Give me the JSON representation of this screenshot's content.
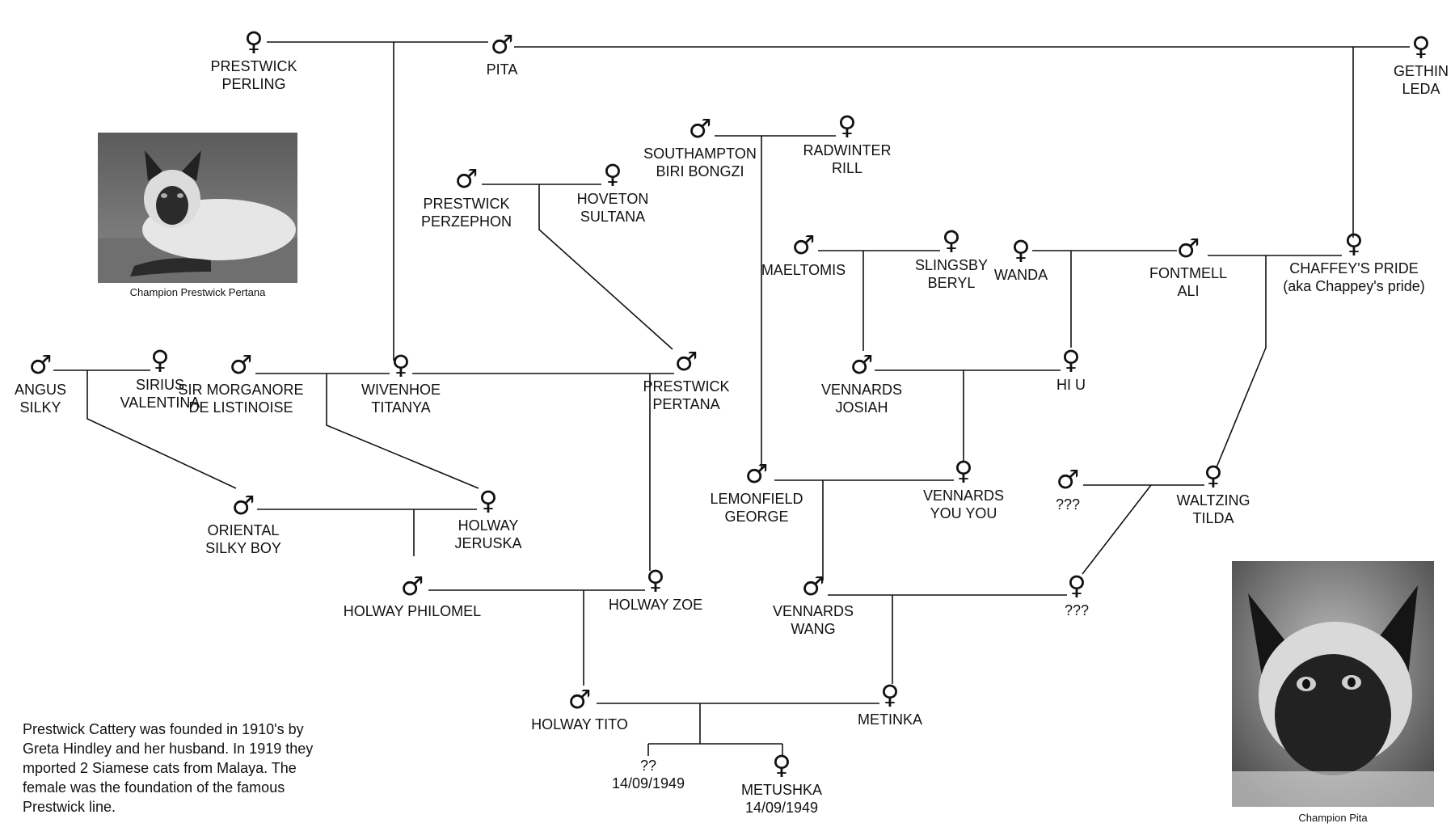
{
  "note": "Prestwick Cattery was founded in 1910's by\nGreta Hindley and her husband.  In 1919 they\nmported 2 Siamese cats from Malaya.  The\nfemale was the foundation of the famous\nPrestwick line.",
  "photos": {
    "pertana_caption": "Champion Prestwick Pertana",
    "pita_caption": "Champion Pita"
  },
  "symbols": {
    "male": "♂",
    "female": "♀"
  },
  "cats": [
    {
      "id": "perling",
      "sex": "female",
      "lines": [
        "PRESTWICK",
        "PERLING"
      ]
    },
    {
      "id": "pita",
      "sex": "male",
      "lines": [
        "PITA"
      ]
    },
    {
      "id": "leda",
      "sex": "female",
      "lines": [
        "GETHIN",
        "LEDA"
      ]
    },
    {
      "id": "biri",
      "sex": "male",
      "lines": [
        "SOUTHAMPTON",
        "BIRI BONGZI"
      ]
    },
    {
      "id": "rill",
      "sex": "female",
      "lines": [
        "RADWINTER",
        "RILL"
      ]
    },
    {
      "id": "perzephon",
      "sex": "male",
      "lines": [
        "PRESTWICK",
        "PERZEPHON"
      ]
    },
    {
      "id": "sultana",
      "sex": "female",
      "lines": [
        "HOVETON",
        "SULTANA"
      ]
    },
    {
      "id": "maeltomis",
      "sex": "male",
      "lines": [
        "MAELTOMIS"
      ]
    },
    {
      "id": "beryl",
      "sex": "female",
      "lines": [
        "SLINGSBY",
        "BERYL"
      ]
    },
    {
      "id": "wanda",
      "sex": "female",
      "lines": [
        "WANDA"
      ]
    },
    {
      "id": "ali",
      "sex": "male",
      "lines": [
        "FONTMELL",
        "ALI"
      ]
    },
    {
      "id": "chaffey",
      "sex": "female",
      "lines": [
        "CHAFFEY'S PRIDE",
        "(aka Chappey's pride)"
      ]
    },
    {
      "id": "angus",
      "sex": "male",
      "lines": [
        "ANGUS",
        "SILKY"
      ]
    },
    {
      "id": "sirius",
      "sex": "female",
      "lines": [
        "SIRIUS",
        "VALENTINA"
      ]
    },
    {
      "id": "morganore",
      "sex": "male",
      "lines": [
        "SIR MORGANORE",
        "DE LISTINOISE"
      ]
    },
    {
      "id": "titanya",
      "sex": "female",
      "lines": [
        "WIVENHOE",
        "TITANYA"
      ]
    },
    {
      "id": "pertana",
      "sex": "male",
      "lines": [
        "PRESTWICK",
        "PERTANA"
      ]
    },
    {
      "id": "josiah",
      "sex": "male",
      "lines": [
        "VENNARDS",
        "JOSIAH"
      ]
    },
    {
      "id": "hiu",
      "sex": "female",
      "lines": [
        "HI U"
      ]
    },
    {
      "id": "silkyboy",
      "sex": "male",
      "lines": [
        "ORIENTAL",
        "SILKY BOY"
      ]
    },
    {
      "id": "jeruska",
      "sex": "female",
      "lines": [
        "HOLWAY",
        "JERUSKA"
      ]
    },
    {
      "id": "george",
      "sex": "male",
      "lines": [
        "LEMONFIELD",
        "GEORGE"
      ]
    },
    {
      "id": "youyou",
      "sex": "female",
      "lines": [
        "VENNARDS",
        "YOU YOU"
      ]
    },
    {
      "id": "unk1",
      "sex": "male",
      "lines": [
        "???"
      ]
    },
    {
      "id": "tilda",
      "sex": "female",
      "lines": [
        "WALTZING",
        "TILDA"
      ]
    },
    {
      "id": "philomel",
      "sex": "male",
      "lines": [
        "HOLWAY PHILOMEL"
      ]
    },
    {
      "id": "zoe",
      "sex": "female",
      "lines": [
        "HOLWAY ZOE"
      ]
    },
    {
      "id": "wang",
      "sex": "male",
      "lines": [
        "VENNARDS",
        "WANG"
      ]
    },
    {
      "id": "unk2",
      "sex": "female",
      "lines": [
        "???"
      ]
    },
    {
      "id": "tito",
      "sex": "male",
      "lines": [
        "HOLWAY TITO"
      ]
    },
    {
      "id": "metinka",
      "sex": "female",
      "lines": [
        "METINKA"
      ]
    },
    {
      "id": "unk3",
      "sex": "none",
      "lines": [
        "??",
        "14/09/1949"
      ]
    },
    {
      "id": "metushka",
      "sex": "female",
      "lines": [
        "METUSHKA",
        "14/09/1949"
      ]
    }
  ]
}
